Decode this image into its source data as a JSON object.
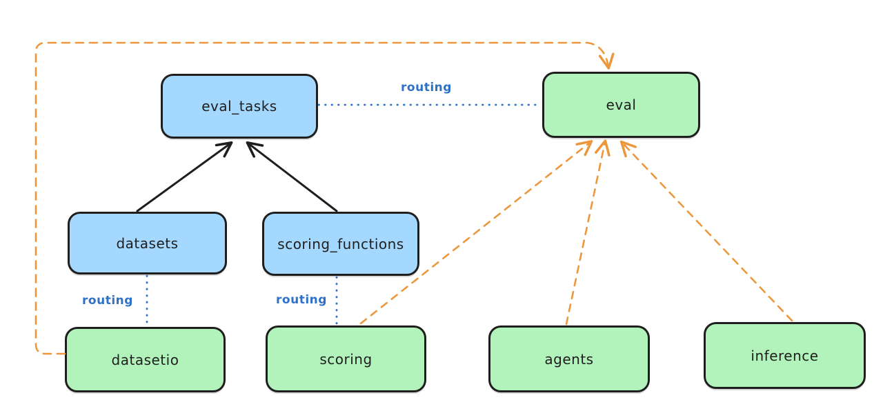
{
  "diagram": {
    "type": "flow-diagram",
    "background": "#ffffff",
    "colors": {
      "api_node_fill": "#a5d8ff",
      "provider_node_fill": "#b2f2bb",
      "node_stroke": "#1e1e1e",
      "routing_line": "#2e72c8",
      "dashed_line": "#ec973c",
      "solid_arrow": "#1e1e1e"
    },
    "nodes": {
      "eval_tasks": {
        "label": "eval_tasks",
        "fill": "blue"
      },
      "eval": {
        "label": "eval",
        "fill": "green"
      },
      "datasets": {
        "label": "datasets",
        "fill": "blue"
      },
      "scoring_functions": {
        "label": "scoring_functions",
        "fill": "blue"
      },
      "datasetio": {
        "label": "datasetio",
        "fill": "green"
      },
      "scoring": {
        "label": "scoring",
        "fill": "green"
      },
      "agents": {
        "label": "agents",
        "fill": "green"
      },
      "inference": {
        "label": "inference",
        "fill": "green"
      }
    },
    "edges": [
      {
        "from": "datasets",
        "to": "eval_tasks",
        "style": "solid",
        "arrow": true,
        "color": "#1e1e1e"
      },
      {
        "from": "scoring_functions",
        "to": "eval_tasks",
        "style": "solid",
        "arrow": true,
        "color": "#1e1e1e"
      },
      {
        "from": "eval_tasks",
        "to": "eval",
        "style": "dotted",
        "arrow": false,
        "color": "#2e72c8",
        "label": "routing"
      },
      {
        "from": "datasets",
        "to": "datasetio",
        "style": "dotted",
        "arrow": false,
        "color": "#2e72c8",
        "label": "routing"
      },
      {
        "from": "scoring_functions",
        "to": "scoring",
        "style": "dotted",
        "arrow": false,
        "color": "#2e72c8",
        "label": "routing"
      },
      {
        "from": "datasetio",
        "to": "eval",
        "style": "dashed",
        "arrow": true,
        "color": "#ec973c"
      },
      {
        "from": "scoring",
        "to": "eval",
        "style": "dashed",
        "arrow": true,
        "color": "#ec973c"
      },
      {
        "from": "agents",
        "to": "eval",
        "style": "dashed",
        "arrow": true,
        "color": "#ec973c"
      },
      {
        "from": "inference",
        "to": "eval",
        "style": "dashed",
        "arrow": true,
        "color": "#ec973c"
      }
    ]
  }
}
